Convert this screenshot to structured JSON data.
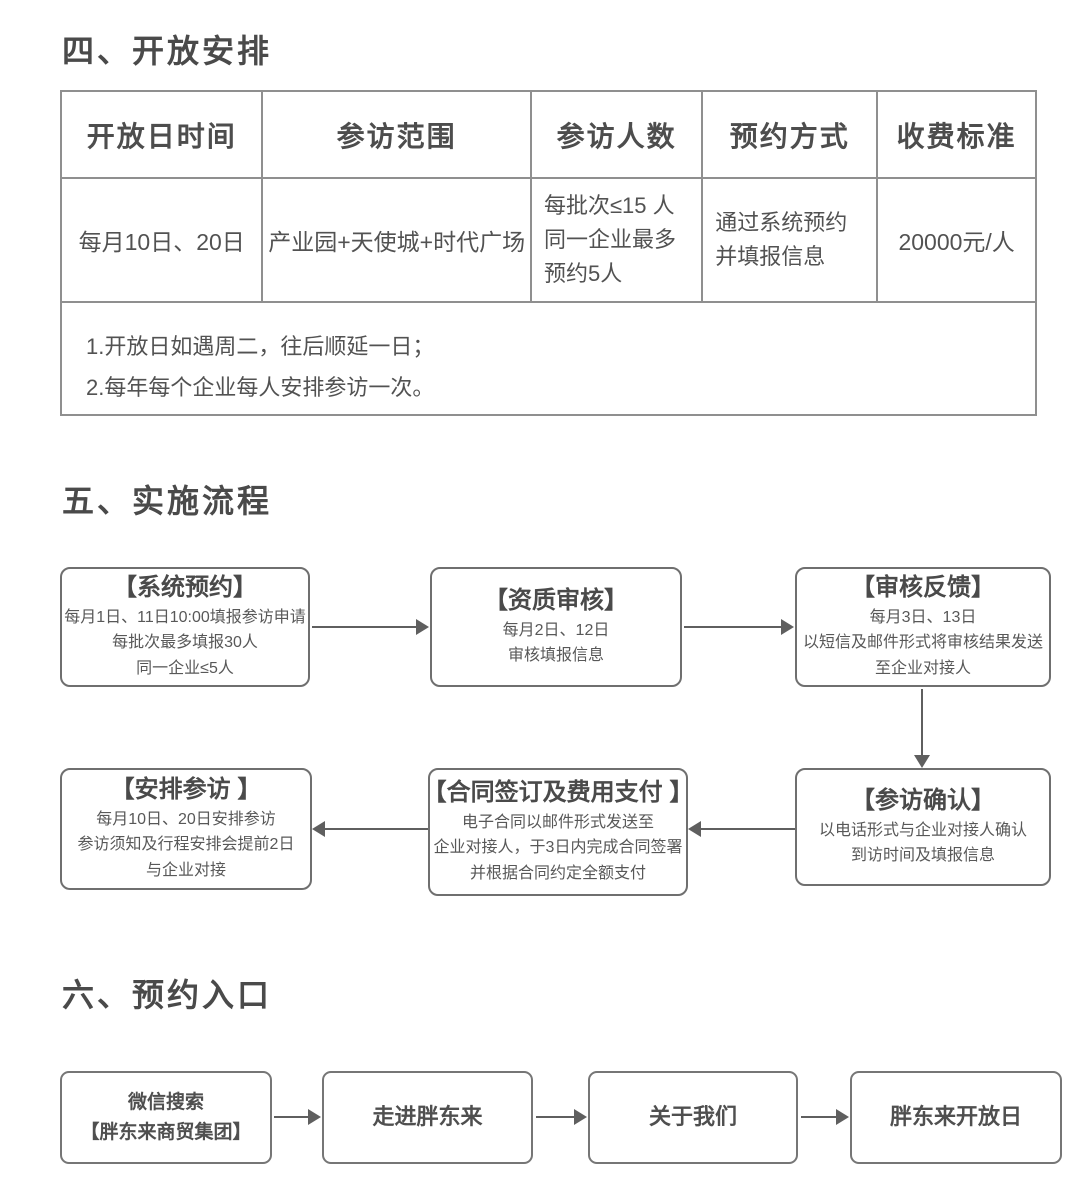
{
  "colors": {
    "text": "#4a4a4a",
    "table_border": "#8f8f8f",
    "box_border": "#6f6f6f",
    "arrow": "#5f5f5f"
  },
  "open": {
    "title": "四、开放安排",
    "table": {
      "headers": [
        "开放日时间",
        "参访范围",
        "参访人数",
        "预约方式",
        "收费标准"
      ],
      "row": {
        "open_day": "每月10日、20日",
        "scope": "产业园+天使城+时代广场",
        "visitor_lines": [
          "每批次≤15 人",
          "同一企业最多",
          "预约5人"
        ],
        "booking_lines": [
          "通过系统预约",
          "并填报信息"
        ],
        "fee": "20000元/人"
      },
      "notes": [
        "1.开放日如遇周二，往后顺延一日；",
        "2.每年每个企业每人安排参访一次。"
      ]
    }
  },
  "process": {
    "title": "五、实施流程",
    "boxes": [
      {
        "title": "【系统预约】",
        "lines": [
          "每月1日、11日10:00填报参访申请",
          "每批次最多填报30人",
          "同一企业≤5人"
        ]
      },
      {
        "title": "【资质审核】",
        "lines": [
          "每月2日、12日",
          "审核填报信息"
        ]
      },
      {
        "title": "【审核反馈】",
        "lines": [
          "每月3日、13日",
          "以短信及邮件形式将审核结果发送",
          "至企业对接人"
        ]
      },
      {
        "title": "【参访确认】",
        "lines": [
          "以电话形式与企业对接人确认",
          "到访时间及填报信息"
        ]
      },
      {
        "title": "【合同签订及费用支付 】",
        "lines": [
          "电子合同以邮件形式发送至",
          "企业对接人，于3日内完成合同签署",
          "并根据合同约定全额支付"
        ]
      },
      {
        "title": "【安排参访 】",
        "lines": [
          "每月10日、20日安排参访",
          "参访须知及行程安排会提前2日",
          "与企业对接"
        ]
      }
    ]
  },
  "entry": {
    "title": "六、预约入口",
    "steps": [
      {
        "lines": [
          "微信搜索",
          "【胖东来商贸集团】"
        ]
      },
      {
        "lines": [
          "走进胖东来"
        ]
      },
      {
        "lines": [
          "关于我们"
        ]
      },
      {
        "lines": [
          "胖东来开放日"
        ]
      }
    ]
  }
}
